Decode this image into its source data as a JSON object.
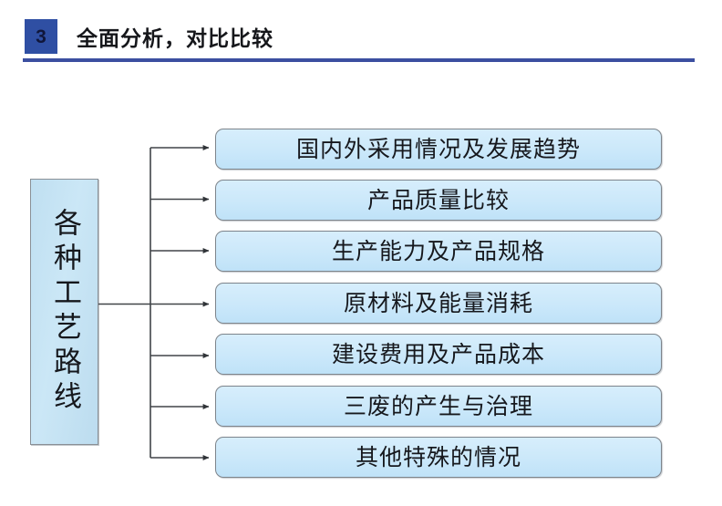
{
  "header": {
    "badge_number": "3",
    "title": "全面分析，对比比较",
    "badge_color": "#2F4FA3",
    "rule_color": "#3B4FA0"
  },
  "diagram": {
    "trunk": {
      "label": "各种工艺路线",
      "fill_color": "#C5E3F2",
      "border_color": "#8A9096"
    },
    "leaf_fill_color": "#CCE8F9",
    "leaf_border_color": "#7D848B",
    "connector_color": "#404448",
    "items": [
      {
        "label": "国内外采用情况及发展趋势"
      },
      {
        "label": "产品质量比较"
      },
      {
        "label": "生产能力及产品规格"
      },
      {
        "label": "原材料及能量消耗"
      },
      {
        "label": "建设费用及产品成本"
      },
      {
        "label": "三废的产生与治理"
      },
      {
        "label": "其他特殊的情况"
      }
    ]
  }
}
